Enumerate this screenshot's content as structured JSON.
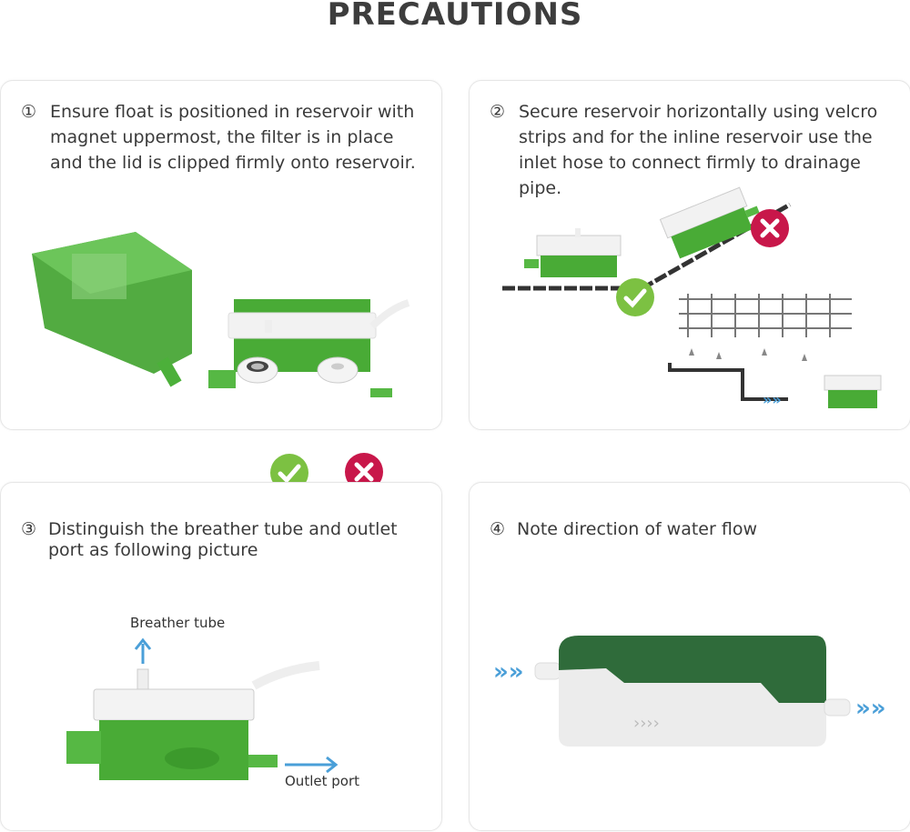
{
  "title": "PRECAUTIONS",
  "steps": [
    {
      "number": "①",
      "text": "Ensure float is positioned in reservoir with magnet uppermost, the filter is in place and the lid is clipped firmly onto reservoir."
    },
    {
      "number": "②",
      "text": "Secure reservoir horizontally using velcro strips and for the inline reservoir use the inlet hose to connect firmly to drainage pipe."
    },
    {
      "number": "③",
      "text": "Distinguish the breather tube and outlet port as following picture",
      "labels": {
        "breather": "Breather tube",
        "outlet": "Outlet port"
      }
    },
    {
      "number": "④",
      "text": "Note direction of water flow"
    }
  ],
  "colors": {
    "green": "#3f9e2c",
    "dark_green": "#2f6b3a",
    "check": "#7cc142",
    "cross": "#c8174a",
    "arrow": "#4a9fd8"
  }
}
